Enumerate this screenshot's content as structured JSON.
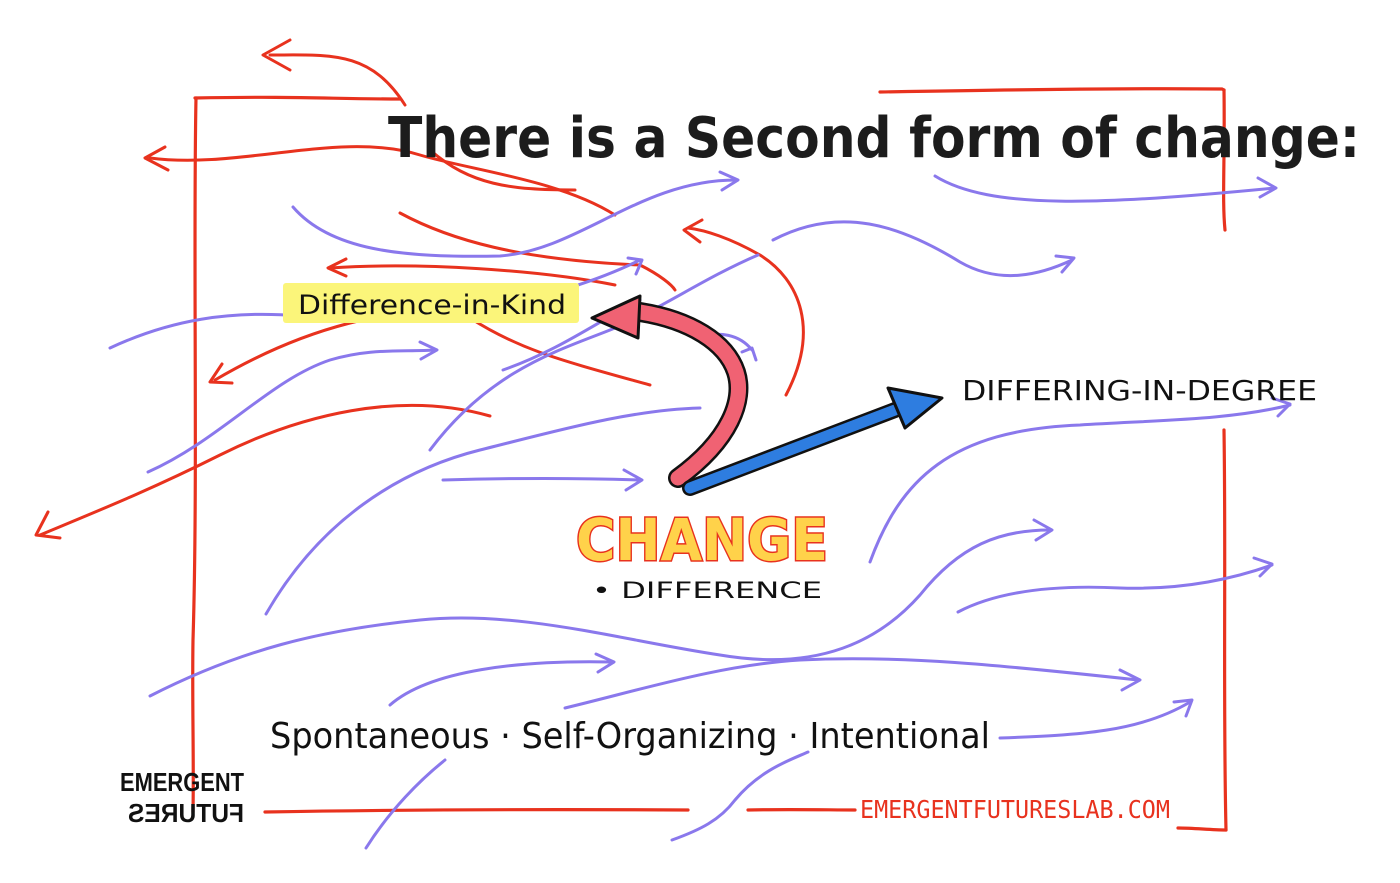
{
  "title": "There is a Second form of change:",
  "labels": {
    "difference_in_kind": "Difference-in-Kind",
    "differing_in_degree": "DIFFERING-IN-DEGREE",
    "change": "CHANGE",
    "difference": "• DIFFERENCE",
    "modes": "Spontaneous · Self-Organizing · Intentional"
  },
  "logo": {
    "line1": "EMERGENT",
    "line2": "FUTURES"
  },
  "footer": {
    "url": "EMERGENTFUTURESLAB.COM"
  },
  "colors": {
    "frame": "#e8321e",
    "red_flow": "#e8321e",
    "blue_flow": "#8a78ec",
    "kind_arrow": "#f06273",
    "degree_arrow": "#2e7de0",
    "highlight": "#fbf57a",
    "change_fill": "#ffd24a"
  }
}
